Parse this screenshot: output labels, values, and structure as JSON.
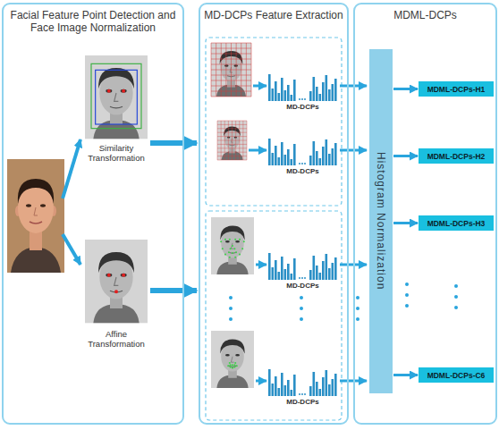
{
  "diagram": {
    "nodes": [
      {
        "text": [
          "Facial Feature Point Detection and Face Image Normalization"
        ]
      },
      {
        "text": [
          "MD-DCPs Feature Extraction"
        ]
      },
      {
        "text": [
          "MDML-DCPs"
        ]
      },
      {
        "text": [
          "Histogram Normalization"
        ],
        "in": 2
      },
      {
        "text": [
          "MDML-DCPs-H1"
        ],
        "in": 2
      },
      {
        "text": [
          "MDML-DCPs-H2"
        ],
        "in": 2
      },
      {
        "text": [
          "MDML-DCPs-H3"
        ],
        "in": 2
      },
      {
        "text": [
          "MDML-DCPs-C6"
        ],
        "in": 2
      }
    ],
    "edges": [
      {
        "from": 3,
        "to": 4,
        "arrow": "to"
      },
      {
        "from": 3,
        "to": 5,
        "arrow": "to"
      },
      {
        "from": 3,
        "to": 6,
        "arrow": "to"
      },
      {
        "from": 3,
        "to": 7,
        "arrow": "to"
      }
    ],
    "labels": [
      "Similarity Transformation",
      "Affine Transformation",
      "MD-DCPs",
      "MD-DCPs",
      "MD-DCPs",
      "MD-DCPs"
    ]
  }
}
